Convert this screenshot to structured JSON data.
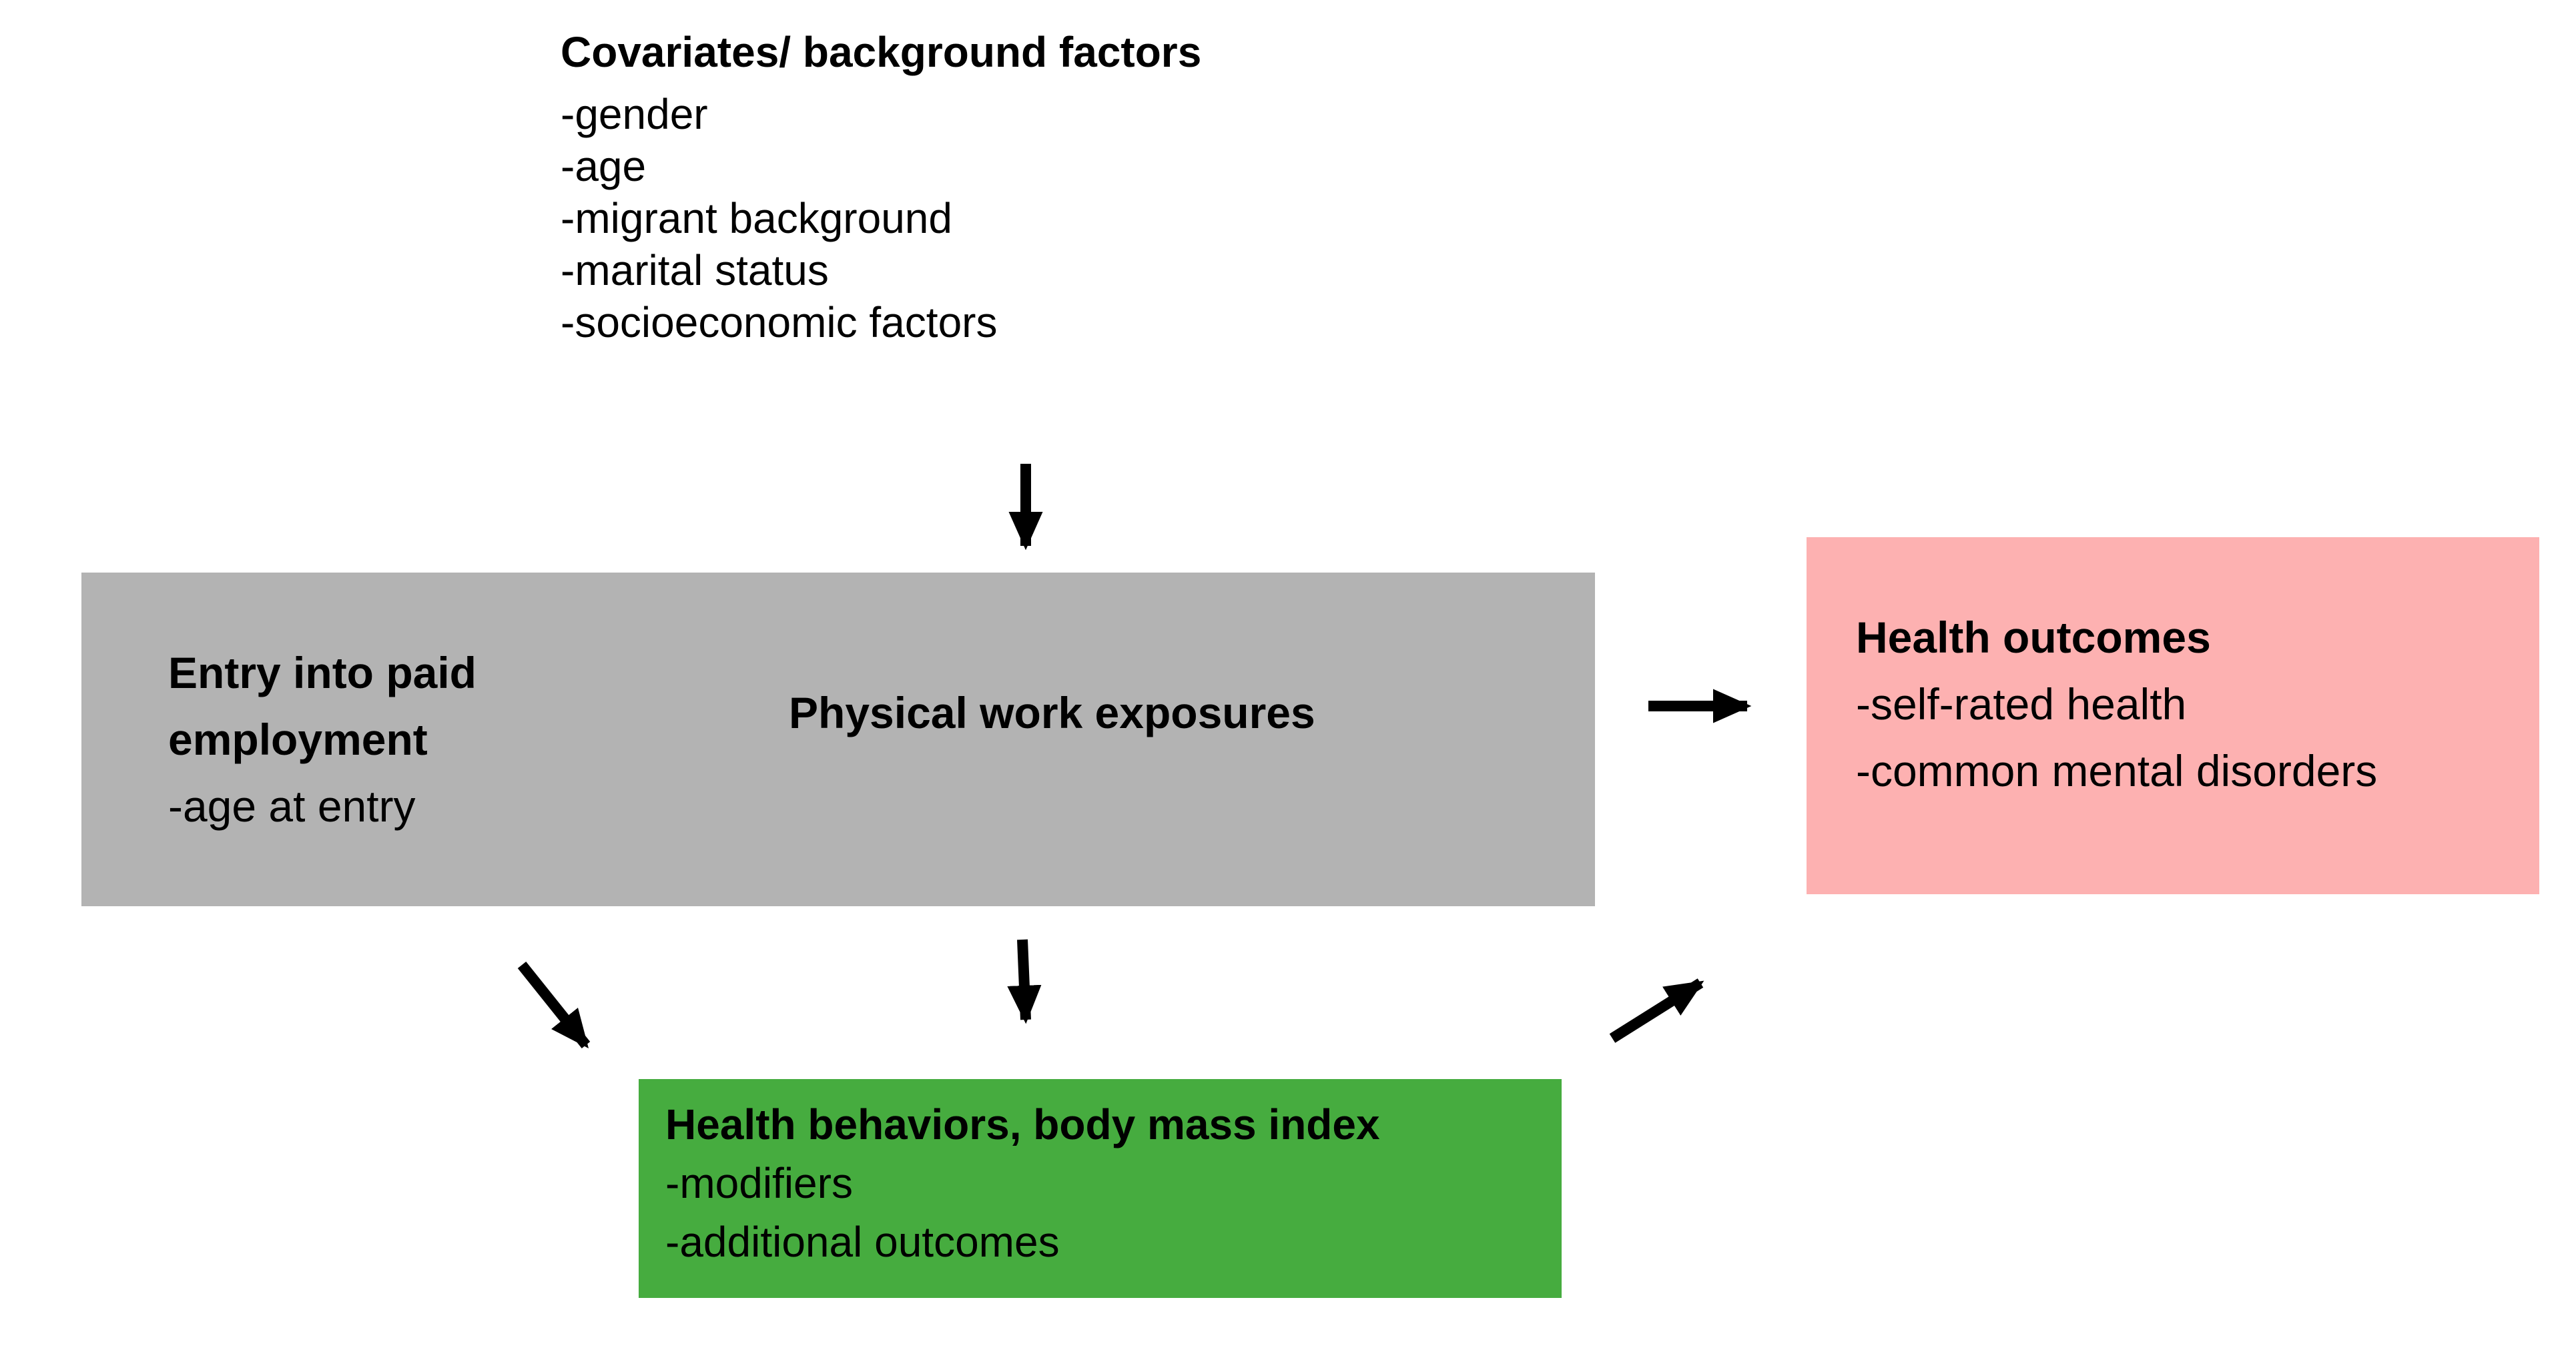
{
  "covariates": {
    "title": "Covariates/ background factors",
    "items": [
      "-gender",
      "-age",
      "-migrant background",
      "-marital status",
      "-socioeconomic factors"
    ]
  },
  "entry_employment": {
    "title": "Entry into paid employment",
    "items": [
      "-age at entry"
    ]
  },
  "physical_work": {
    "label": "Physical work exposures"
  },
  "health_outcomes": {
    "title": "Health outcomes",
    "items": [
      "-self-rated health",
      "-common mental disorders"
    ]
  },
  "health_behaviors": {
    "title": "Health behaviors, body mass index",
    "items": [
      "-modifiers",
      "-additional outcomes"
    ]
  },
  "colors": {
    "background": "#ffffff",
    "gray_box": "#b3b3b3",
    "pink_box": "#fdb1b1",
    "green_box": "#46ac3f",
    "arrow": "#000000",
    "text": "#000000"
  }
}
